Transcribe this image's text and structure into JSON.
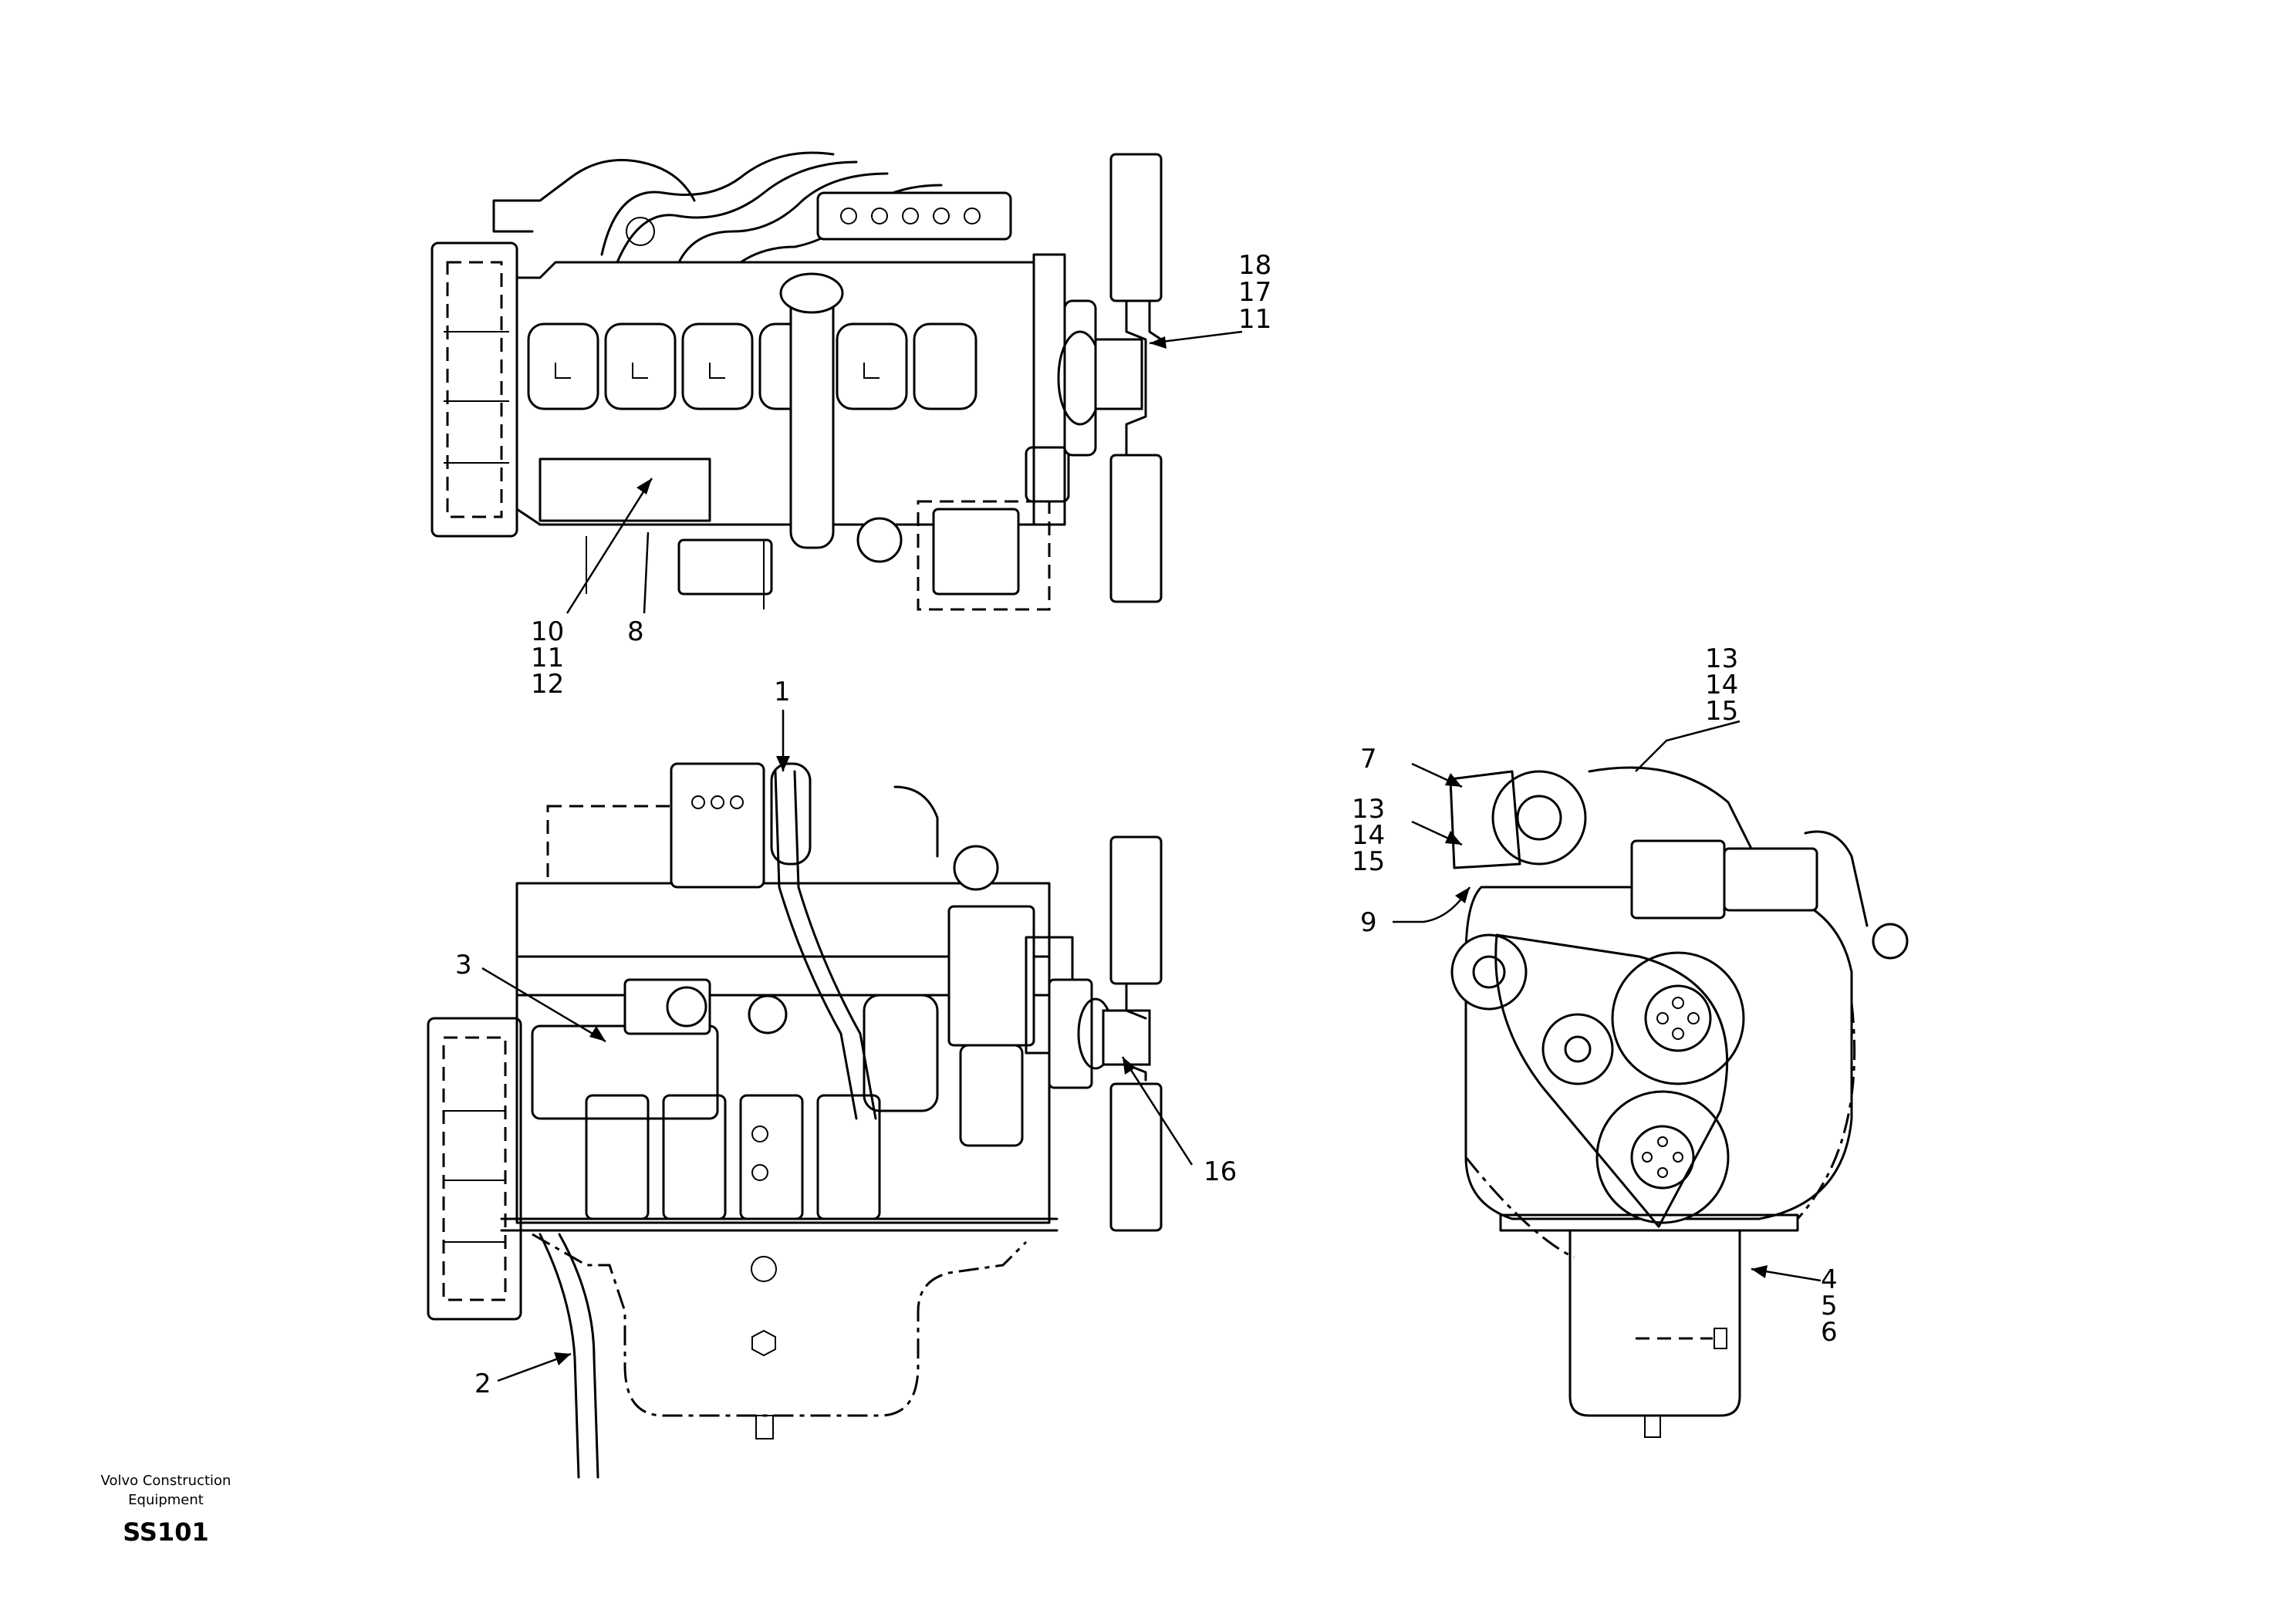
{
  "footer": {
    "company_line1": "Volvo Construction",
    "company_line2": "Equipment",
    "code": "SS101"
  },
  "callouts": {
    "top_view": {
      "fan_18": "18",
      "fan_17": "17",
      "fan_11": "11",
      "c10": "10",
      "c11": "11",
      "c12": "12",
      "c8": "8"
    },
    "side_view": {
      "c1": "1",
      "c3": "3",
      "c16": "16",
      "c2": "2"
    },
    "front_view": {
      "c13a": "13",
      "c14a": "14",
      "c15a": "15",
      "c7": "7",
      "c13b": "13",
      "c14b": "14",
      "c15b": "15",
      "c9": "9",
      "c4": "4",
      "c5": "5",
      "c6": "6"
    }
  }
}
